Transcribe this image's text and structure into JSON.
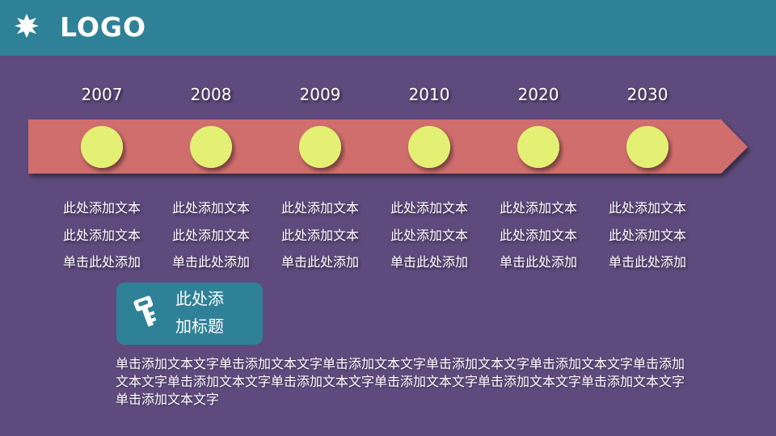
{
  "header": {
    "logo_text": "LOGO",
    "logo_icon": "starburst-icon",
    "background_color": "#2f8197"
  },
  "timeline": {
    "arrow_color": "#d06e6d",
    "dot_color": "#e3f073",
    "items": [
      {
        "year": "2007",
        "line1": "此处添加文本",
        "line2": "此处添加文本",
        "line3": "单击此处添加"
      },
      {
        "year": "2008",
        "line1": "此处添加文本",
        "line2": "此处添加文本",
        "line3": "单击此处添加"
      },
      {
        "year": "2009",
        "line1": "此处添加文本",
        "line2": "此处添加文本",
        "line3": "单击此处添加"
      },
      {
        "year": "2010",
        "line1": "此处添加文本",
        "line2": "此处添加文本",
        "line3": "单击此处添加"
      },
      {
        "year": "2020",
        "line1": "此处添加文本",
        "line2": "此处添加文本",
        "line3": "单击此处添加"
      },
      {
        "year": "2030",
        "line1": "此处添加文本",
        "line2": "此处添加文本",
        "line3": "单击此处添加"
      }
    ]
  },
  "title_box": {
    "line1": "此处添",
    "line2": "加标题",
    "icon": "key-icon"
  },
  "body_text": "单击添加文本文字单击添加文本文字单击添加文本文字单击添加文本文字单击添加文本文字单击添加文本文字单击添加文本文字单击添加文本文字单击添加文本文字单击添加文本文字单击添加文本文字单击添加文本文字",
  "colors": {
    "background": "#5e4a7c",
    "accent": "#2f8197"
  }
}
